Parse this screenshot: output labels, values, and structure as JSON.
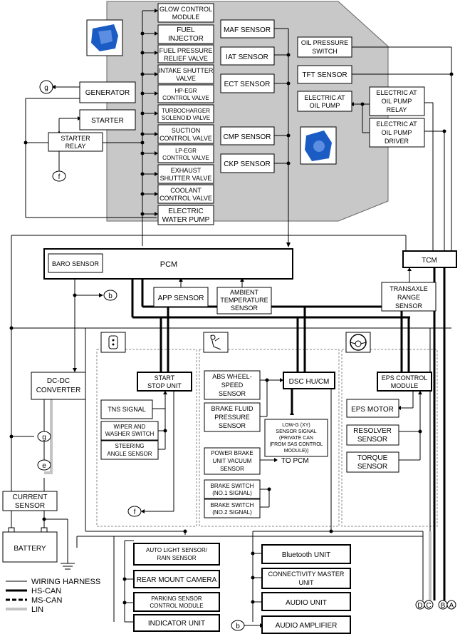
{
  "engine_modules": [
    [
      "GLOW CONTROL",
      "MODULE"
    ],
    [
      "FUEL",
      "INJECTOR"
    ],
    [
      "FUEL PRESSURE",
      "RELIEF VALVE"
    ],
    [
      "INTAKE SHUTTER",
      "VALVE"
    ],
    [
      "HP-EGR",
      "CONTROL VALVE"
    ],
    [
      "TURBOCHARGER",
      "SOLENOID VALVE"
    ],
    [
      "SUCTION",
      "CONTROL VALVE"
    ],
    [
      "LP-EGR",
      "CONTROL VALVE"
    ],
    [
      "EXHAUST",
      "SHUTTER VALVE"
    ],
    [
      "COOLANT",
      "CONTROL VALVE"
    ],
    [
      "ELECTRIC",
      "WATER PUMP"
    ]
  ],
  "sensors_mid": [
    "MAF SENSOR",
    "IAT SENSOR",
    "ECT SENSOR",
    "CMP SENSOR",
    "CKP SENSOR"
  ],
  "tcm_side": {
    "oil_pressure": [
      "OIL PRESSURE",
      "SWITCH"
    ],
    "tft": "TFT SENSOR",
    "at_pump": [
      "ELECTRIC AT",
      "OIL PUMP"
    ],
    "pump_relay": [
      "ELECTRIC AT",
      "OIL PUMP",
      "RELAY"
    ],
    "pump_driver": [
      "ELECTRIC AT",
      "OIL PUMP",
      "DRIVER"
    ]
  },
  "left": {
    "generator": "GENERATOR",
    "starter": "STARTER",
    "starter_relay": [
      "STARTER",
      "RELAY"
    ],
    "dcdc": [
      "DC-DC",
      "CONVERTER"
    ],
    "current_sensor": [
      "CURRENT",
      "SENSOR"
    ],
    "battery": "BATTERY"
  },
  "pcm": {
    "label": "PCM",
    "baro": "BARO SENSOR",
    "app": "APP SENSOR",
    "ambient": [
      "AMBIENT",
      "TEMPERATURE",
      "SENSOR"
    ]
  },
  "tcm": {
    "label": "TCM",
    "range": [
      "TRANSAXLE",
      "RANGE",
      "SENSOR"
    ]
  },
  "start_stop": {
    "unit": [
      "START",
      "STOP UNIT"
    ],
    "tns": "TNS SIGNAL",
    "wiper": [
      "WIPER AND",
      "WASHER SWITCH"
    ],
    "steering": [
      "STEERING",
      "ANGLE SENSOR"
    ]
  },
  "dsc": {
    "unit": "DSC HU/CM",
    "abs": [
      "ABS WHEEL-",
      "SPEED",
      "SENSOR"
    ],
    "brake_fluid": [
      "BRAKE FLUID",
      "PRESSURE",
      "SENSOR"
    ],
    "low_g": [
      "LOW-G (XY)",
      "SENSOR SIGNAL",
      "(PRIVATE CAN",
      "(FROM SAS CONTROL",
      "MODULE))"
    ],
    "power_brake": [
      "POWER BRAKE",
      "UNIT VACUUM",
      "SENSOR"
    ],
    "to_pcm": "TO PCM",
    "brake_sw1": [
      "BRAKE SWITCH",
      "(NO.1 SIGNAL)"
    ],
    "brake_sw2": [
      "BRAKE SWITCH",
      "(NO.2 SIGNAL)"
    ]
  },
  "eps": {
    "unit": [
      "EPS CONTROL",
      "MODULE"
    ],
    "motor": "EPS MOTOR",
    "resolver": [
      "RESOLVER",
      "SENSOR"
    ],
    "torque": [
      "TORQUE",
      "SENSOR"
    ]
  },
  "bottom_left": [
    [
      "AUTO LIGHT SENSOR/",
      "RAIN SENSOR"
    ],
    [
      "REAR MOUNT CAMERA"
    ],
    [
      "PARKING SENSOR",
      "CONTROL MODULE"
    ],
    [
      "INDICATOR UNIT"
    ]
  ],
  "bottom_right": [
    [
      "Bluetooth UNIT"
    ],
    [
      "CONNECTIVITY MASTER",
      "UNIT"
    ],
    [
      "AUDIO UNIT"
    ],
    [
      "AUDIO AMPLIFIER"
    ]
  ],
  "connectors": {
    "g": "g",
    "f": "f",
    "b": "b",
    "e": "e"
  },
  "terminals": [
    "D",
    "C",
    "B",
    "A"
  ],
  "legend": [
    "WIRING HARNESS",
    "HS-CAN",
    "MS-CAN",
    "LIN"
  ],
  "colors": {
    "engine_bay": "#c8c8c8",
    "engine_icon": "#1a5bc4"
  }
}
